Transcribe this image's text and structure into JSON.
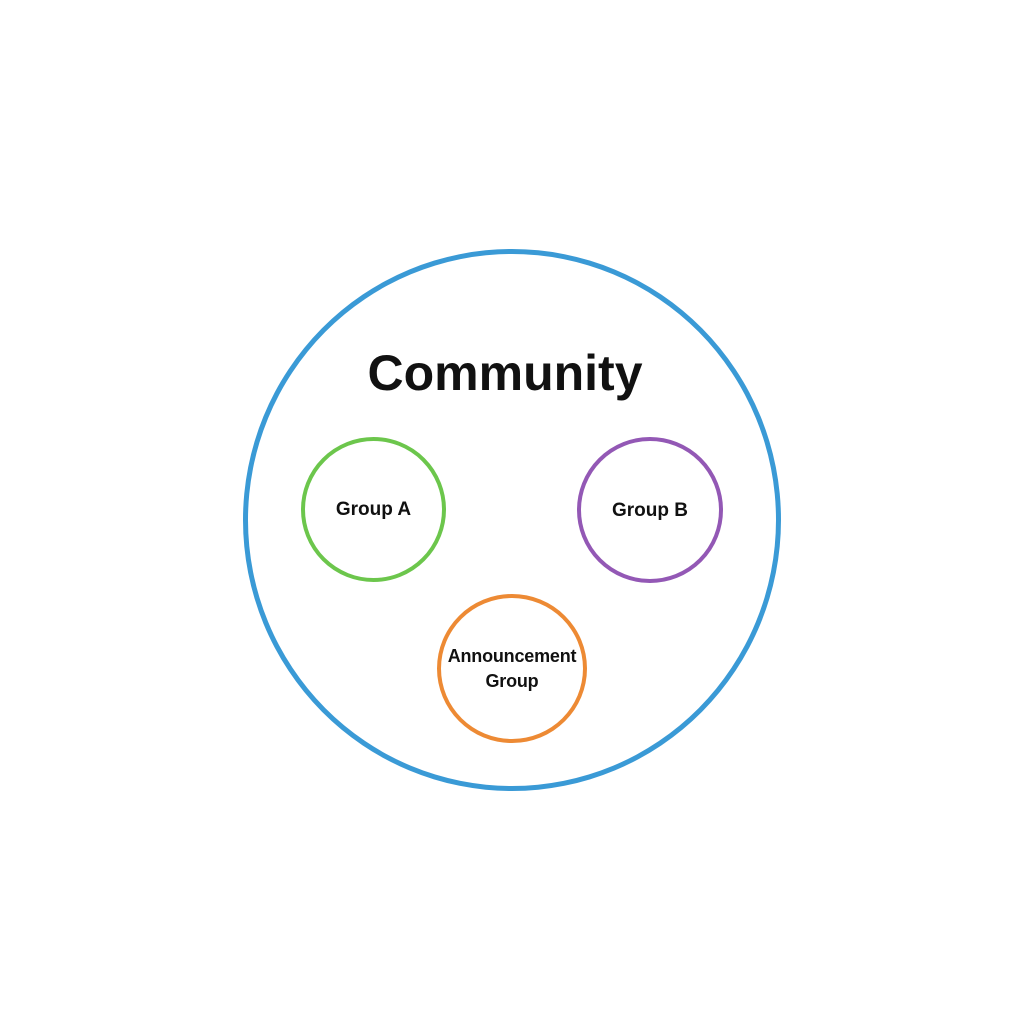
{
  "diagram": {
    "title": "Community",
    "groups": [
      {
        "label": "Group A",
        "color": "#6cc64c"
      },
      {
        "label": "Group B",
        "color": "#9358b5"
      },
      {
        "label": "Announcement\nGroup",
        "color": "#ed8a34"
      }
    ]
  },
  "colors": {
    "community_border": "#3a9ad6",
    "text": "#111111",
    "background": "#ffffff"
  }
}
